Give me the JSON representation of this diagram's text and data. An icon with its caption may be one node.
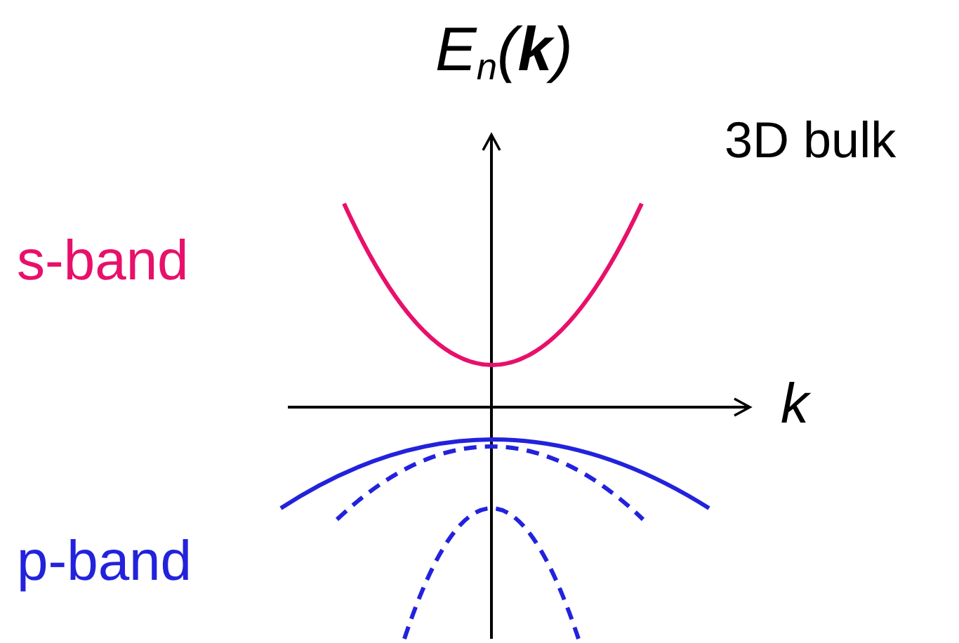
{
  "diagram": {
    "labels": [
      "E$_{n}$(**k**)",
      "3D bulk",
      "s-band",
      "k",
      "p-band"
    ]
  }
}
